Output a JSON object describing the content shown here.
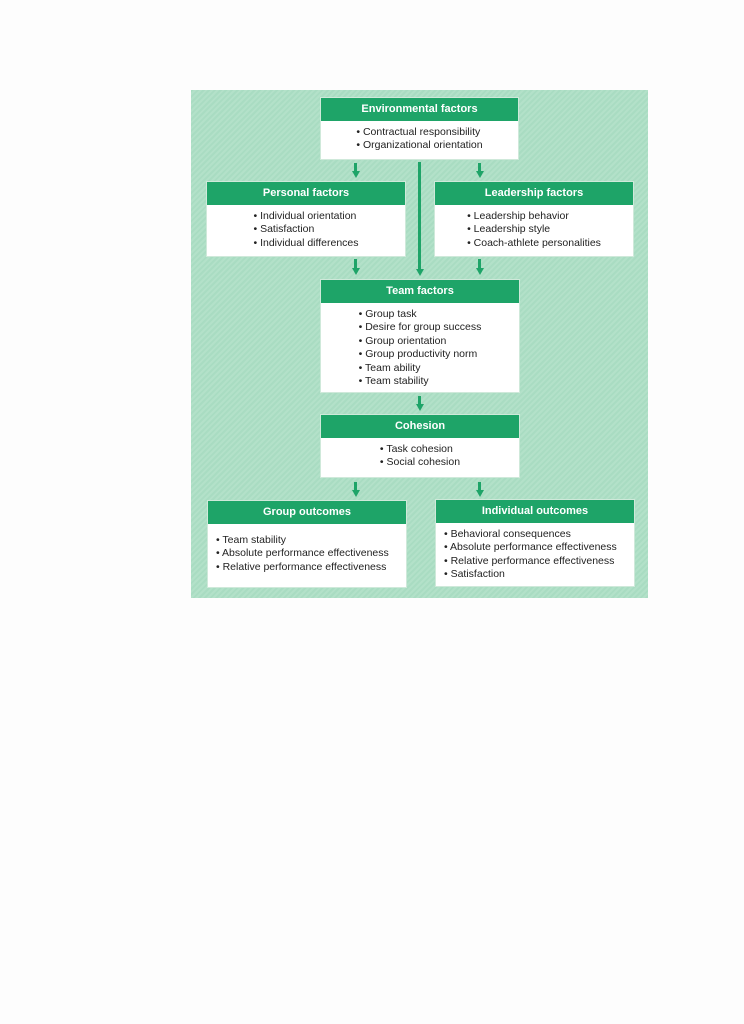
{
  "boxes": {
    "environmental": {
      "title": "Environmental factors",
      "items": [
        "Contractual responsibility",
        "Organizational orientation"
      ]
    },
    "personal": {
      "title": "Personal factors",
      "items": [
        "Individual orientation",
        "Satisfaction",
        "Individual differences"
      ]
    },
    "leadership": {
      "title": "Leadership factors",
      "items": [
        "Leadership behavior",
        "Leadership style",
        "Coach-athlete personalities"
      ]
    },
    "team": {
      "title": "Team factors",
      "items": [
        "Group task",
        "Desire for group success",
        "Group orientation",
        "Group productivity norm",
        "Team ability",
        "Team stability"
      ]
    },
    "cohesion": {
      "title": "Cohesion",
      "items": [
        "Task cohesion",
        "Social cohesion"
      ]
    },
    "group_outcomes": {
      "title": "Group outcomes",
      "items": [
        "Team stability",
        "Absolute performance effectiveness",
        "Relative performance effectiveness"
      ]
    },
    "individual_outcomes": {
      "title": "Individual outcomes",
      "items": [
        "Behavioral consequences",
        "Absolute performance effectiveness",
        "Relative performance effectiveness",
        "Satisfaction"
      ]
    }
  },
  "colors": {
    "header": "#1ea468",
    "panel": "#a9dcc2"
  }
}
